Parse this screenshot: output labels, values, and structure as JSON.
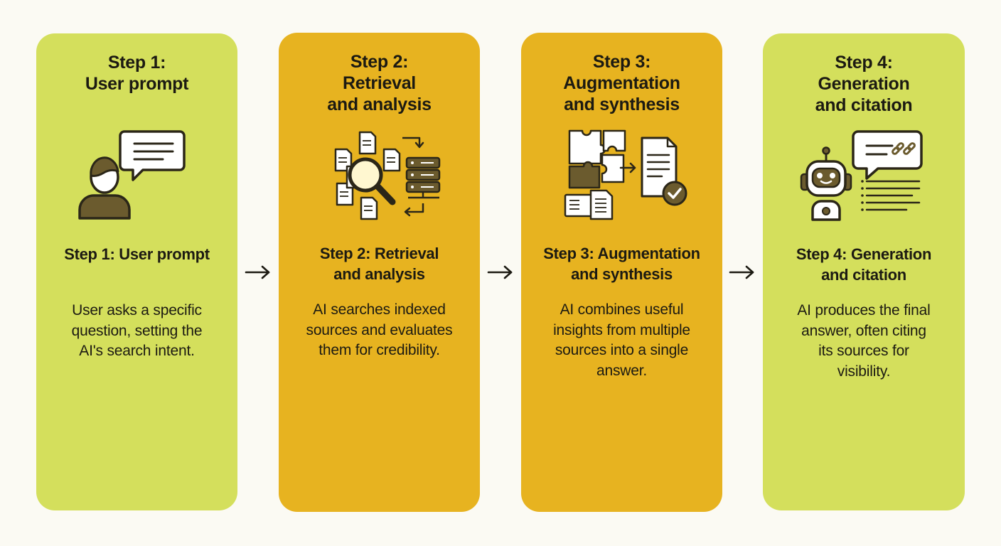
{
  "steps": [
    {
      "title_lines": [
        "Step 1:",
        "User prompt"
      ],
      "subtitle_lines": [
        "Step 1: User prompt"
      ],
      "description_lines": [
        "User asks a specific",
        "question, setting the",
        "AI's search intent."
      ],
      "icon": "user-with-speech-bubble-icon",
      "color": "#d4df5c"
    },
    {
      "title_lines": [
        "Step 2:",
        "Retrieval",
        "and analysis"
      ],
      "subtitle_lines": [
        "Step 2: Retrieval",
        "and analysis"
      ],
      "description_lines": [
        "AI searches indexed",
        "sources and evaluates",
        "them for credibility."
      ],
      "icon": "magnifier-documents-server-icon",
      "color": "#e7b320"
    },
    {
      "title_lines": [
        "Step 3:",
        "Augmentation",
        "and synthesis"
      ],
      "subtitle_lines": [
        "Step 3: Augmentation",
        "and synthesis"
      ],
      "description_lines": [
        "AI combines useful",
        "insights from multiple",
        "sources into a single",
        "answer."
      ],
      "icon": "puzzle-to-verified-document-icon",
      "color": "#e7b320"
    },
    {
      "title_lines": [
        "Step 4:",
        "Generation",
        "and citation"
      ],
      "subtitle_lines": [
        "Step 4: Generation",
        "and citation"
      ],
      "description_lines": [
        "AI produces the final",
        "answer, often citing",
        "its sources for",
        "visibility."
      ],
      "icon": "robot-with-citation-bubble-icon",
      "color": "#d4df5c"
    }
  ],
  "connector_icon": "right-arrow-icon"
}
